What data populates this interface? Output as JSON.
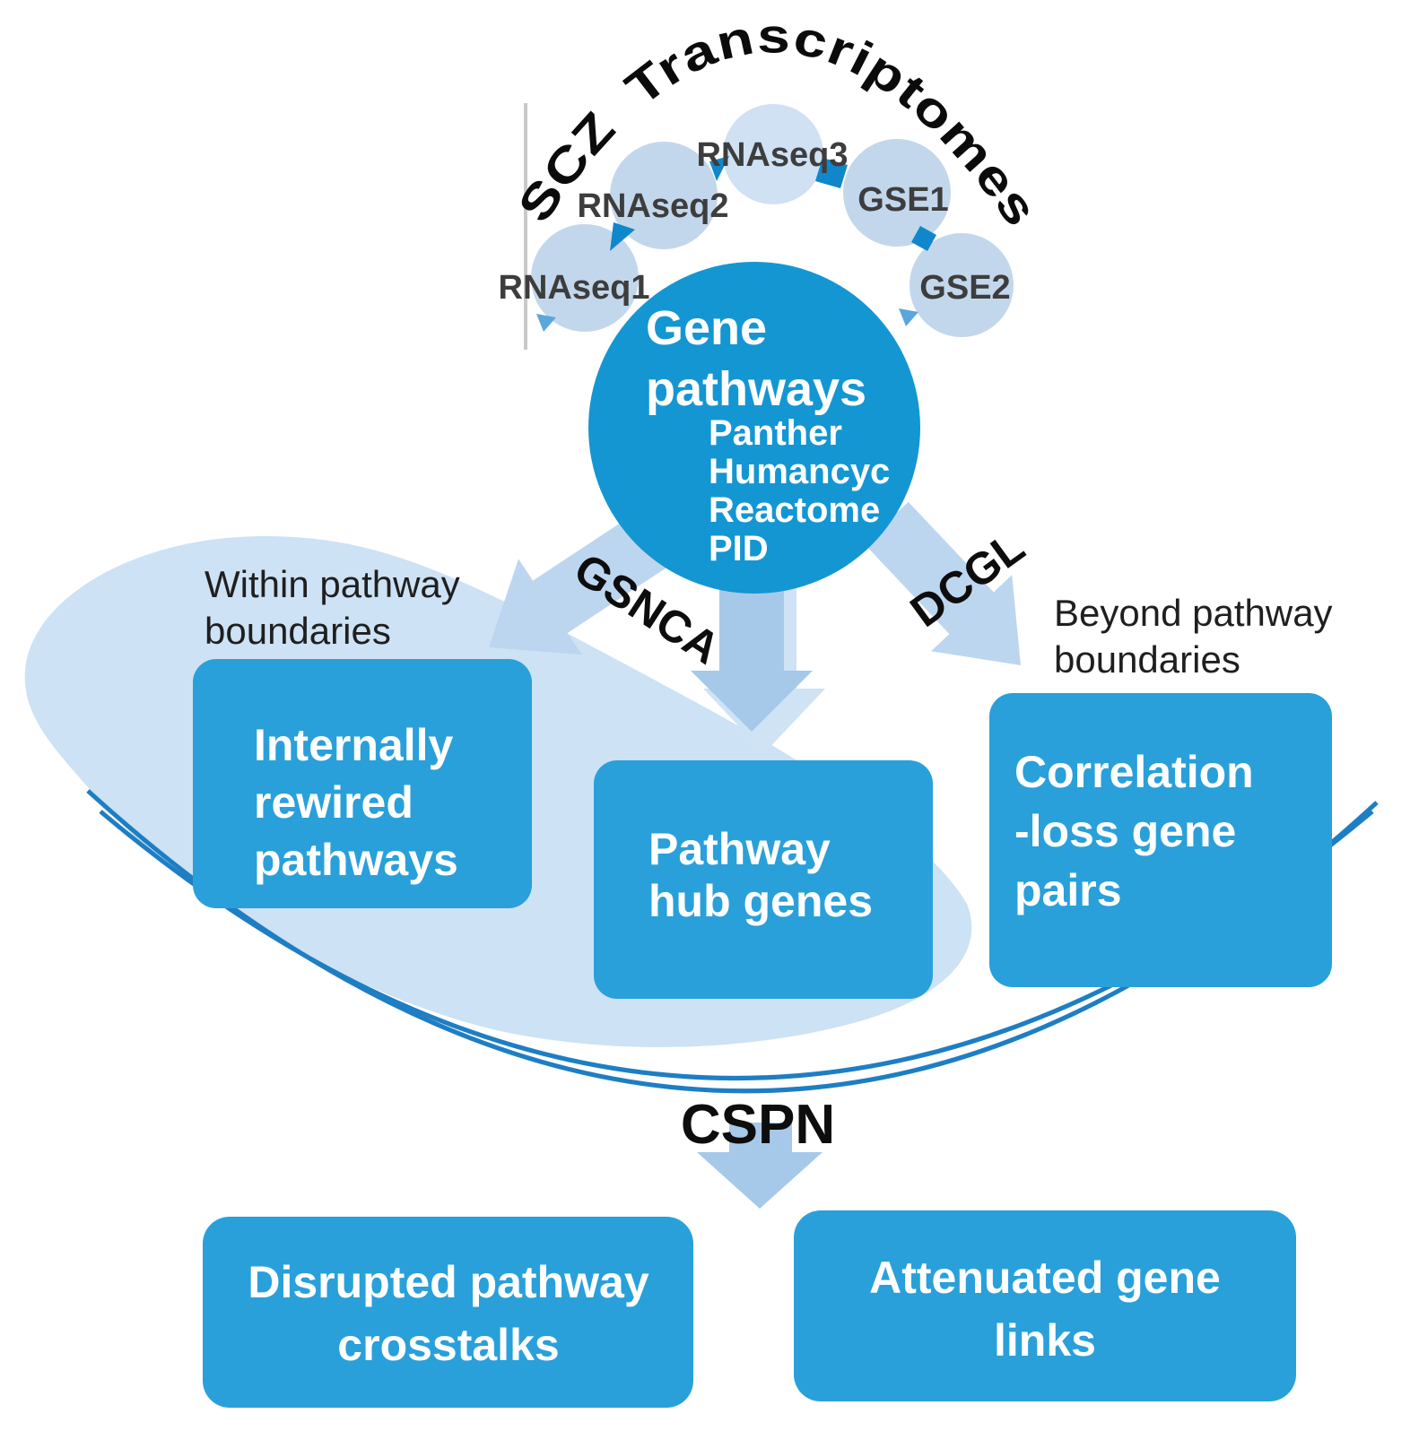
{
  "title": "SCZ Transcriptomes",
  "dataset_nodes": [
    {
      "label": "RNAseq1"
    },
    {
      "label": "RNAseq2"
    },
    {
      "label": "RNAseq3"
    },
    {
      "label": "GSE1"
    },
    {
      "label": "GSE2"
    }
  ],
  "central_node": {
    "title_line1": "Gene",
    "title_line2": "pathways",
    "databases": [
      "Panther",
      "Humancyc",
      "Reactome",
      "PID"
    ]
  },
  "method_labels": {
    "gsnca": "GSNCA",
    "dcgl": "DCGL",
    "cspn": "CSPN"
  },
  "scope_notes": {
    "within": {
      "line1": "Within pathway",
      "line2": "boundaries"
    },
    "beyond": {
      "line1": "Beyond pathway",
      "line2": "boundaries"
    }
  },
  "result_boxes": {
    "internally_rewired": {
      "line1": "Internally",
      "line2": "rewired",
      "line3": "pathways"
    },
    "pathway_hub": {
      "line1": "Pathway",
      "line2": "hub genes"
    },
    "correlation_loss": {
      "line1": "Correlation",
      "line2": "-loss gene",
      "line3": "pairs"
    },
    "disrupted_crosstalks": {
      "line1": "Disrupted pathway",
      "line2": "crosstalks"
    },
    "attenuated_links": {
      "line1": "Attenuated gene",
      "line2": "links"
    }
  },
  "colors": {
    "central_circle": "#1496d3",
    "result_box": "#29a0da",
    "dataset_circle": "#c3d7ec",
    "dataset_circle_light": "#cfe1f3",
    "ellipse_fill": "#cde2f4",
    "arrow_light": "#bdd6f0",
    "arrow_medium": "#a6c9ea",
    "arrow_pale": "#d0e3f5",
    "arc_stroke": "#1e7ec4",
    "connector": "#1187cb"
  }
}
